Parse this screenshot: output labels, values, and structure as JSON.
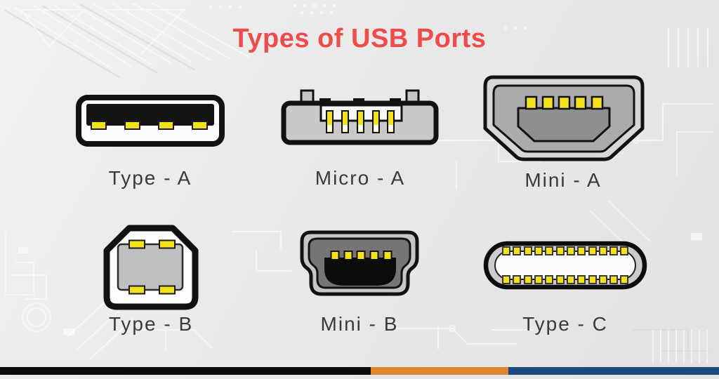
{
  "title": "Types of USB Ports",
  "theme": {
    "title_color": "#ef4b4b",
    "label_color": "#3a3a3a",
    "pin_color": "#f3e11d",
    "background_color": "#e9e9e9",
    "footer_segment_colors": [
      "#0b0b0b",
      "#dd8531",
      "#1b4a7e"
    ]
  },
  "connectors": [
    {
      "id": "type-a",
      "label": "Type - A",
      "pins": 4
    },
    {
      "id": "micro-a",
      "label": "Micro - A",
      "pins": 5
    },
    {
      "id": "mini-a",
      "label": "Mini - A",
      "pins": 5
    },
    {
      "id": "type-b",
      "label": "Type - B",
      "pins": 4
    },
    {
      "id": "mini-b",
      "label": "Mini - B",
      "pins": 5
    },
    {
      "id": "type-c",
      "label": "Type - C",
      "pins": 24
    }
  ]
}
